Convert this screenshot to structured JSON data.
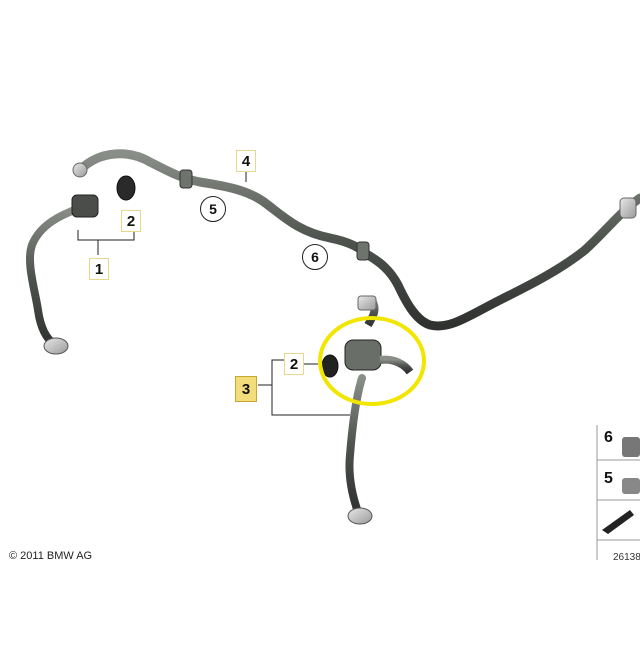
{
  "callouts": {
    "square": [
      "1",
      "2",
      "4",
      "3",
      "2"
    ],
    "circle": [
      "5",
      "6"
    ]
  },
  "legend": {
    "top": "6",
    "bottom": "5"
  },
  "copyright": "© 2011 BMW AG",
  "diagram_id": "26138",
  "colors": {
    "highlight_ring": "#f2e600",
    "highlight_box": "#f3dd7a",
    "hose": "#5c605a"
  }
}
